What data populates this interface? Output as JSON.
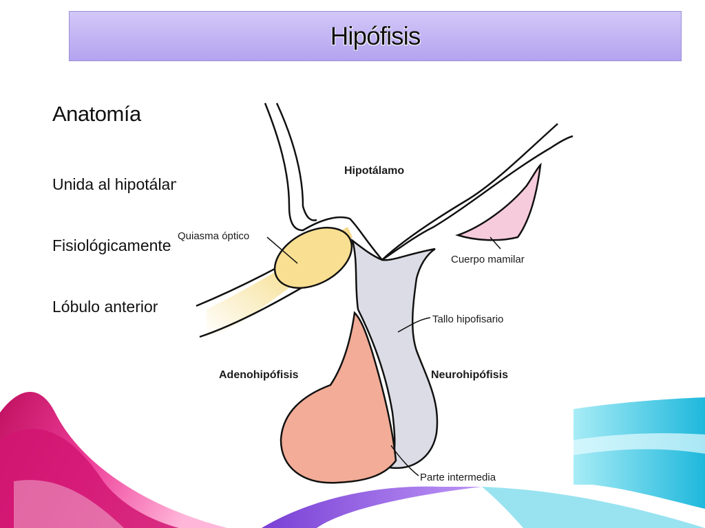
{
  "slide": {
    "title": "Hipófisis",
    "heading": "Anatomía",
    "bullets": [
      "Unida al hipotálamo",
      "Fisiológicamente",
      "Lóbulo anterior"
    ]
  },
  "diagram": {
    "labels": {
      "hipotalamo": "Hipotálamo",
      "quiasma": "Quiasma óptico",
      "cuerpo_mamilar": "Cuerpo mamilar",
      "tallo": "Tallo hipofisario",
      "adeno": "Adenohipófisis",
      "neuro": "Neurohipófisis",
      "parte_intermedia": "Parte intermedia"
    },
    "colors": {
      "adenohipofisis": "#f2ac97",
      "neurohipofisis": "#dcdce6",
      "quiasma": "#f8df92",
      "cuerpo_mamilar": "#f6cbdc"
    }
  },
  "theme": {
    "title_bar": "#c6b9f5",
    "swoosh_pink": "#e0197a",
    "swoosh_cyan": "#38c8e2"
  }
}
